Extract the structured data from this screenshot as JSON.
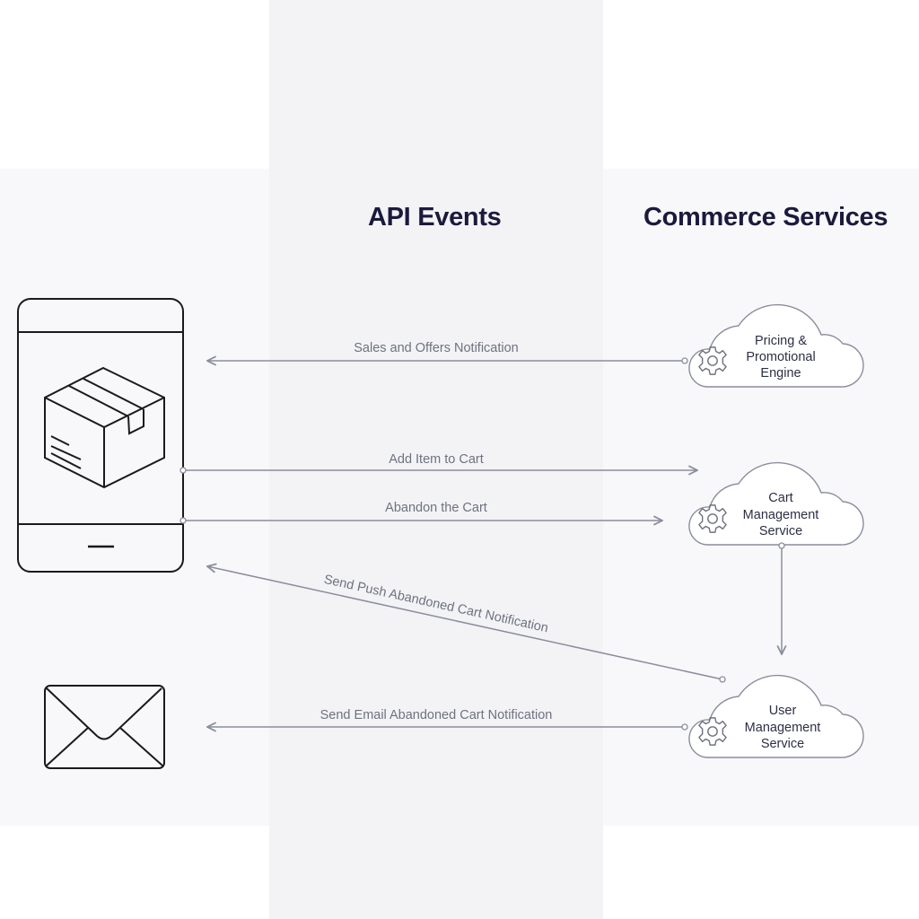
{
  "headings": {
    "api_events": "API Events",
    "commerce_services": "Commerce Services"
  },
  "services": [
    {
      "lines": [
        "Pricing &",
        "Promotional",
        "Engine"
      ],
      "icon": "gear-icon"
    },
    {
      "lines": [
        "Cart",
        "Management",
        "Service"
      ],
      "icon": "gear-icon"
    },
    {
      "lines": [
        "User",
        "Management",
        "Service"
      ],
      "icon": "gear-icon"
    }
  ],
  "events": [
    {
      "label": "Sales and Offers Notification",
      "direction": "to-phone"
    },
    {
      "label": "Add Item to Cart",
      "direction": "to-cart-service"
    },
    {
      "label": "Abandon the Cart",
      "direction": "to-cart-service"
    },
    {
      "label": "Send Push Abandoned Cart Notification",
      "direction": "to-phone"
    },
    {
      "label": "Send Email Abandoned Cart Notification",
      "direction": "to-email"
    }
  ],
  "clients": {
    "phone_icon": "smartphone-package-icon",
    "email_icon": "envelope-icon"
  },
  "colors": {
    "heading": "#1b1a3d",
    "line": "#8a8e9c",
    "icon": "#1a1a1a"
  }
}
